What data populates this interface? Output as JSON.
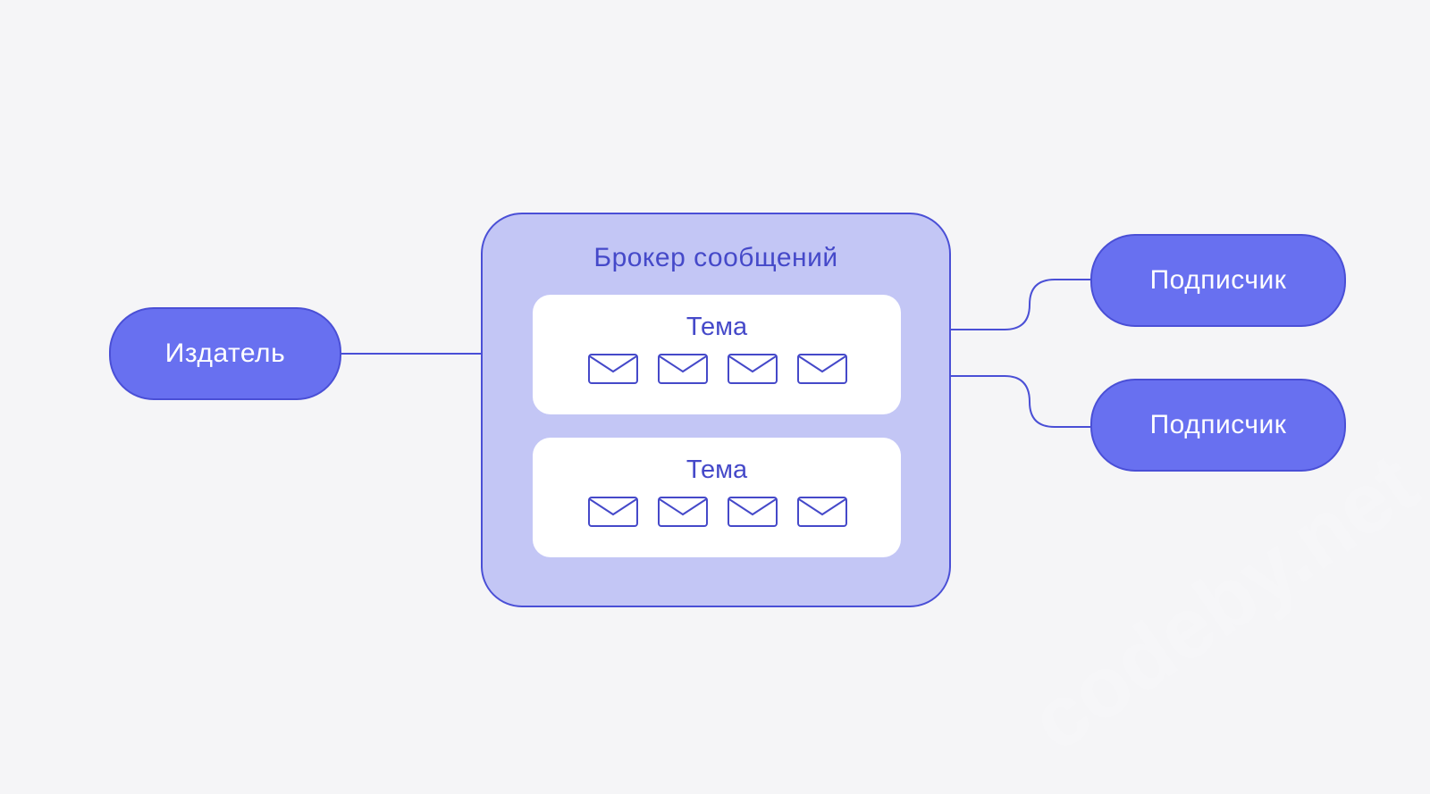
{
  "diagram": {
    "publisher": {
      "label": "Издатель"
    },
    "broker": {
      "title": "Брокер сообщений",
      "topics": [
        {
          "label": "Тема",
          "messages": 4
        },
        {
          "label": "Тема",
          "messages": 4
        }
      ]
    },
    "subscribers": [
      {
        "label": "Подписчик"
      },
      {
        "label": "Подписчик"
      }
    ],
    "watermark": "codeby.net"
  },
  "colors": {
    "background": "#f5f5f7",
    "node_fill": "#6870f0",
    "node_border": "#4a4fd6",
    "broker_fill": "#c3c6f5",
    "accent_text": "#4549c9",
    "topic_fill": "#ffffff"
  },
  "icons": {
    "message": "envelope-icon"
  }
}
